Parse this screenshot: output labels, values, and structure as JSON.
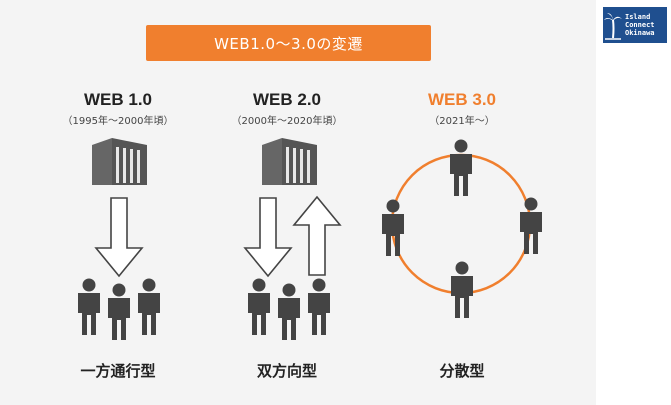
{
  "title": "WEB1.0〜3.0の変遷",
  "logo": {
    "icon": "palm-tree-icon",
    "line1": "Island",
    "line2": "Connect",
    "line3": "Okinawa"
  },
  "colors": {
    "accent": "#f07f2e",
    "figure": "#444444",
    "text": "#222222"
  },
  "columns": [
    {
      "title": "WEB 1.0",
      "period": "（1995年〜2000年頃）",
      "label": "一方通行型"
    },
    {
      "title": "WEB 2.0",
      "period": "（2000年〜2020年頃）",
      "label": "双方向型"
    },
    {
      "title": "WEB 3.0",
      "period": "（2021年〜）",
      "label": "分散型"
    }
  ]
}
